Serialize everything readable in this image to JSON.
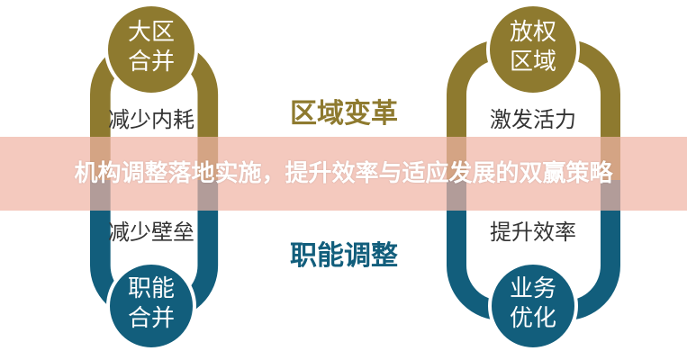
{
  "colors": {
    "gold": "#8e7a2f",
    "teal": "#125e7c"
  },
  "left": {
    "top_circle": "大区合并",
    "upper_text": "减少内耗",
    "lower_text": "减少壁垒",
    "bottom_circle": "职能合并"
  },
  "center": {
    "top": "区域变革",
    "bottom": "职能调整"
  },
  "right": {
    "top_circle": "放权区域",
    "upper_text": "激发活力",
    "lower_text": "提升效率",
    "bottom_circle": "业务优化"
  },
  "banner": {
    "title": "机构调整落地实施，提升效率与适应发展的双赢策略"
  }
}
